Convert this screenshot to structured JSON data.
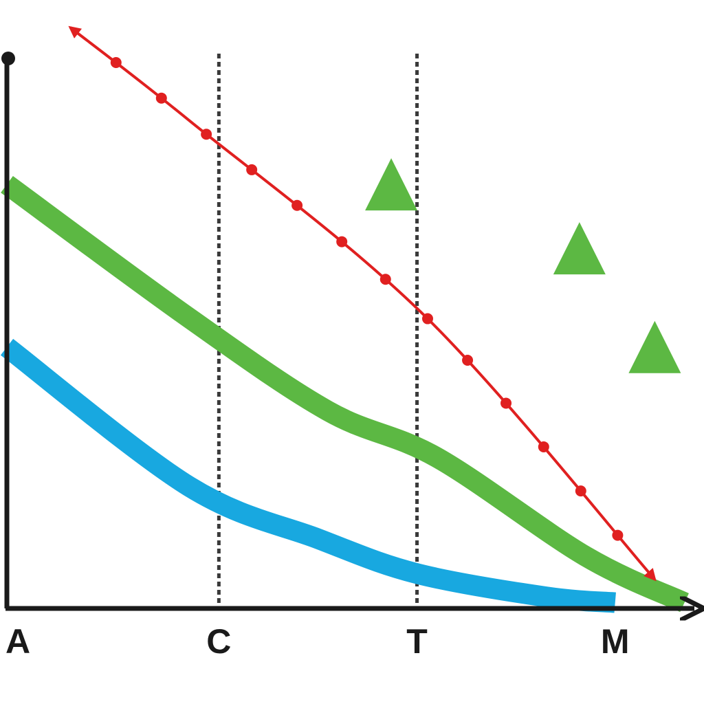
{
  "chart_data": {
    "type": "line",
    "title": "",
    "xlabel": "",
    "ylabel": "",
    "x_tick_labels": [
      "A",
      "C",
      "T",
      "M"
    ],
    "x_tick_values": [
      0,
      1,
      2,
      3
    ],
    "xlim": [
      -0.07,
      3.4
    ],
    "ylim": [
      0,
      10
    ],
    "grid": false,
    "vertical_dashed_guides_at": [
      1,
      2
    ],
    "series": [
      {
        "color": "#e02020",
        "style": "solid-with-markers-and-arrowheads",
        "points": [
          [
            0.25,
            10
          ],
          [
            0.85,
            8.4
          ],
          [
            2.05,
            5.0
          ],
          [
            3.2,
            0.5
          ]
        ]
      },
      {
        "color": "#5cb843",
        "style": "thick",
        "points": [
          [
            -0.07,
            7.3
          ],
          [
            0.85,
            5.0
          ],
          [
            1.55,
            3.4
          ],
          [
            2.1,
            2.6
          ],
          [
            2.85,
            0.9
          ],
          [
            3.35,
            0.1
          ]
        ]
      },
      {
        "color": "#18a8e0",
        "style": "thick",
        "points": [
          [
            -0.07,
            4.5
          ],
          [
            0.85,
            2.1
          ],
          [
            1.5,
            1.2
          ],
          [
            2.0,
            0.6
          ],
          [
            2.65,
            0.2
          ],
          [
            3.0,
            0.1
          ]
        ]
      }
    ],
    "scatter": [
      {
        "shape": "triangle",
        "color": "#5cb843",
        "points": [
          [
            1.87,
            7.3
          ],
          [
            2.82,
            6.2
          ],
          [
            3.2,
            4.5
          ]
        ]
      }
    ]
  }
}
